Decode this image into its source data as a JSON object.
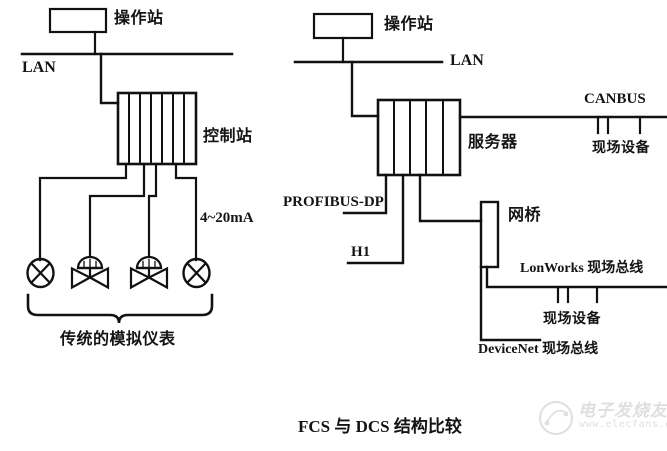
{
  "figure": {
    "caption": "FCS 与 DCS 结构比较",
    "watermark_text": "电子发烧友",
    "watermark_url": "www.elecfans.com"
  },
  "dcs_side": {
    "operator_station_label": "操作站",
    "lan_label": "LAN",
    "control_station_label": "控制站",
    "signal_label": "4~20mA",
    "grouping_label": "传统的模拟仪表",
    "control_station_slots": 7,
    "field_instruments": [
      {
        "type": "transmitter-circle"
      },
      {
        "type": "control-valve"
      },
      {
        "type": "control-valve"
      },
      {
        "type": "transmitter-circle"
      }
    ]
  },
  "fcs_side": {
    "operator_station_label": "操作站",
    "lan_label": "LAN",
    "server_label": "服务器",
    "server_slots": 5,
    "canbus_label": "CANBUS",
    "canbus_device_label": "现场设备",
    "profibus_label": "PROFIBUS-DP",
    "h1_label": "H1",
    "bridge_label": "网桥",
    "lonworks_label": "LonWorks 现场总线",
    "lonworks_device_label": "现场设备",
    "devicenet_label": "DeviceNet 现场总线"
  },
  "style": {
    "line_color": "#111111",
    "background": "#ffffff"
  }
}
